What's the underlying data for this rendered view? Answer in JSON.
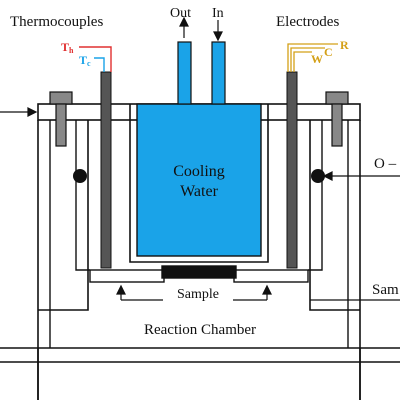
{
  "labels": {
    "thermocouples": "Thermocouples",
    "th_main": "T",
    "th_sub": "h",
    "tc_main": "T",
    "tc_sub": "c",
    "out": "Out",
    "in": "In",
    "electrodes": "Electrodes",
    "electrode_w": "W",
    "electrode_c": "C",
    "electrode_r": "R",
    "cooling_line1": "Cooling",
    "cooling_line2": "Water",
    "sample": "Sample",
    "reaction_chamber": "Reaction Chamber",
    "o_right": "O –",
    "sam_right": "Sam"
  },
  "colors": {
    "water": "#1aa3e8",
    "water_edge": "#0a6fa8",
    "th": "#e03030",
    "tc": "#1aa3e8",
    "electrode_wire": "#d4a017",
    "rod": "#555555",
    "ink": "#111111"
  }
}
